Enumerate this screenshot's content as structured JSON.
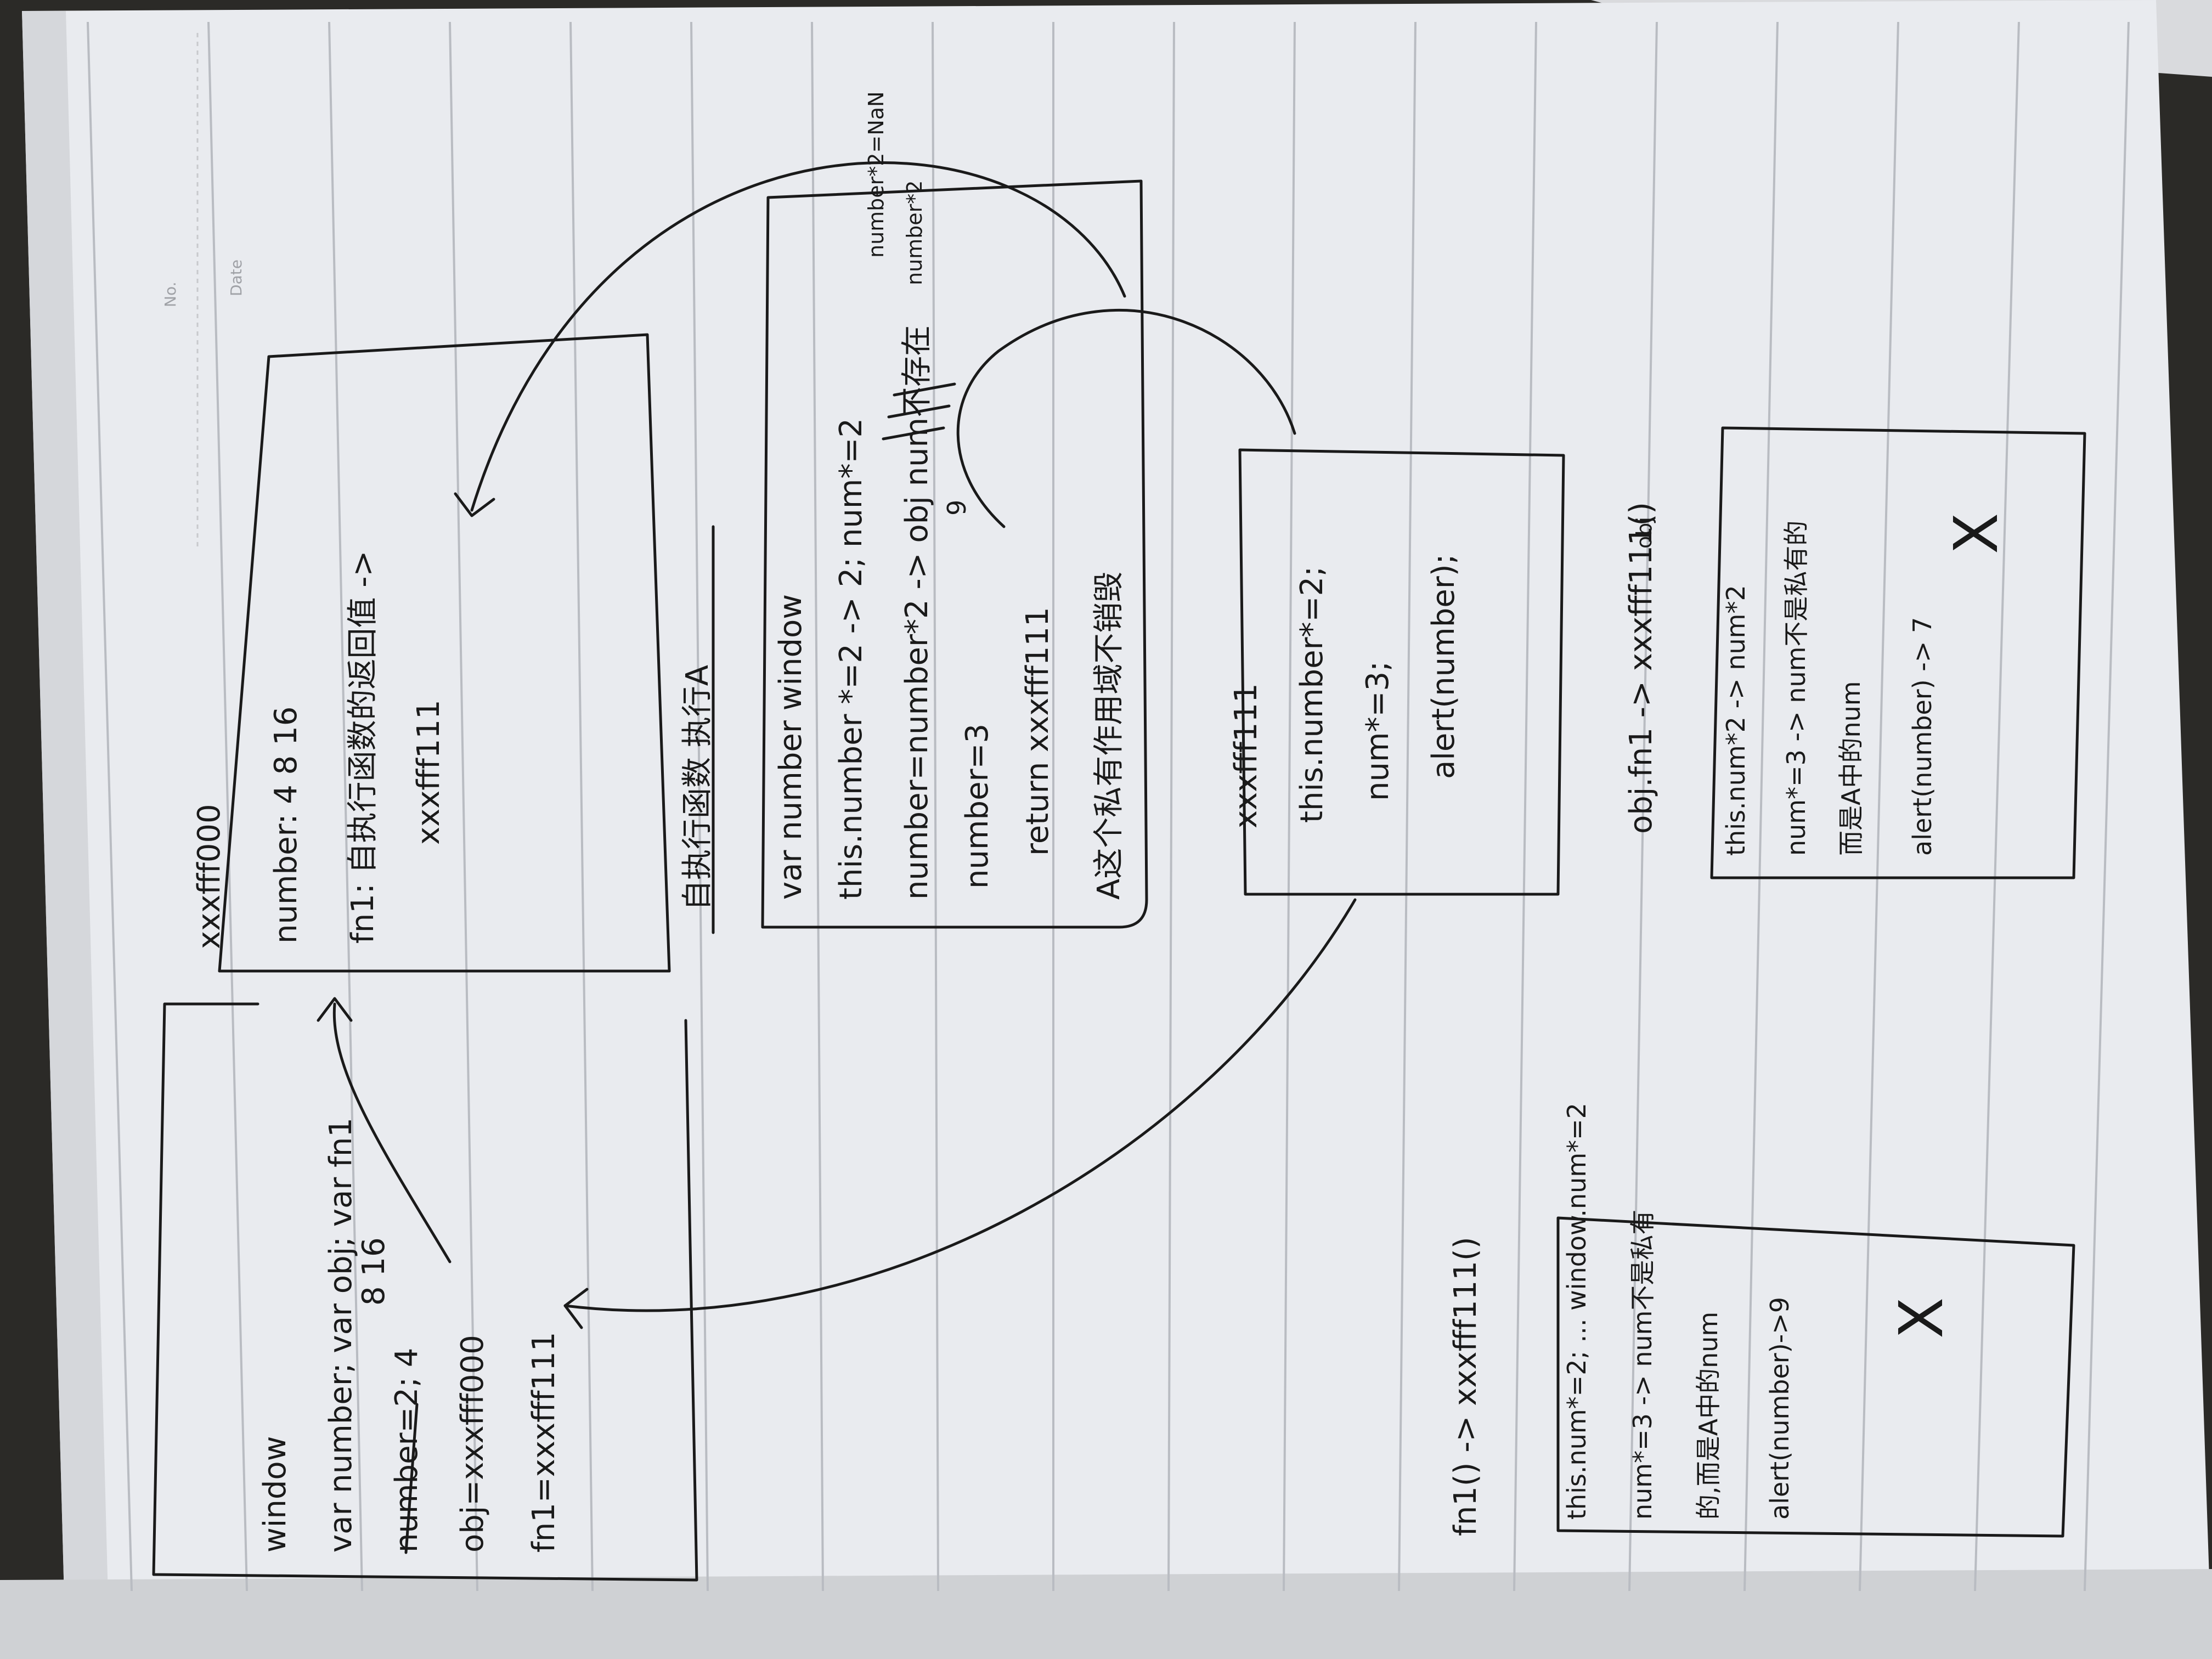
{
  "header": {
    "no_label": "No.",
    "date_label": "Date"
  },
  "window_box": {
    "lines": [
      "window",
      "var number; var obj; var fn1",
      "number=2; 4",
      "obj=xxxfff000",
      "fn1=xxxfff111"
    ],
    "annotation": "8 16"
  },
  "obj_box": {
    "lines": [
      "xxxfff000",
      "number: 4 8 16",
      "fn1: 自执行函数的返回值 ->",
      "xxxfff111"
    ]
  },
  "iife_box": {
    "title": "自执行函数 执行A",
    "lines": [
      "var number      window",
      "this.number *=2 -> 2; num*=2",
      "number=number*2 -> obj num不存在",
      "number=3",
      "return   xxxfff111",
      "A这个私有作用域不销毁"
    ],
    "side_note_1": "number*2=NaN",
    "side_note_2": "number*2",
    "small_value": "9"
  },
  "func_box": {
    "lines": [
      "xxxfff111",
      "this.number*=2;",
      "num*=3;",
      "alert(number);"
    ]
  },
  "call1_box": {
    "heading": "fn1() -> xxxfff111()",
    "lines": [
      "this.num*=2; ... window.num*=2",
      "num*=3 -> num不是私有",
      "的,而是A中的num",
      "alert(number)->9"
    ],
    "mark": "X"
  },
  "call2_box": {
    "heading": "obj.fn1 -> xxxfff111()",
    "note": "obj",
    "lines": [
      "this.num*2 -> num*2",
      "num*=3 -> num不是私有的",
      "而是A中的num",
      "alert(number) -> 7"
    ],
    "mark": "X"
  },
  "colors": {
    "paper": "#e9ebef",
    "rule": "#b9bcc2",
    "ink": "#1a1a1a",
    "background": "#2b2a27"
  }
}
